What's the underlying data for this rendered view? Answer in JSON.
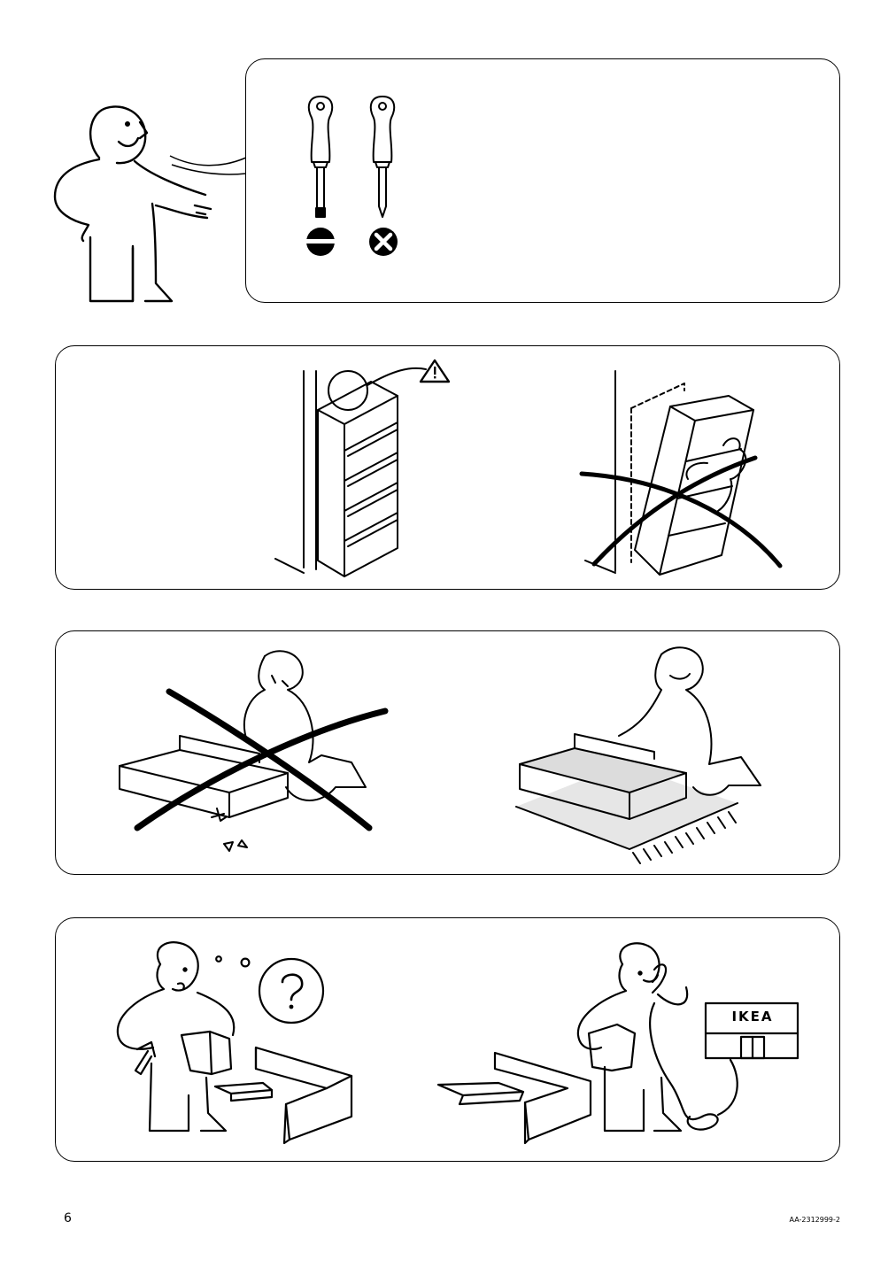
{
  "page": {
    "page_number": "6",
    "document_code": "AA-2312999-2"
  },
  "store_sign": {
    "label": "IKEA"
  },
  "icons": {
    "flat_screwdriver": "flat-screwdriver-icon",
    "phillips_screwdriver": "phillips-screwdriver-icon",
    "slot_symbol": "flat-head-symbol-icon",
    "cross_symbol": "cross-head-symbol-icon",
    "warning": "warning-triangle-icon",
    "question": "question-mark-icon"
  }
}
